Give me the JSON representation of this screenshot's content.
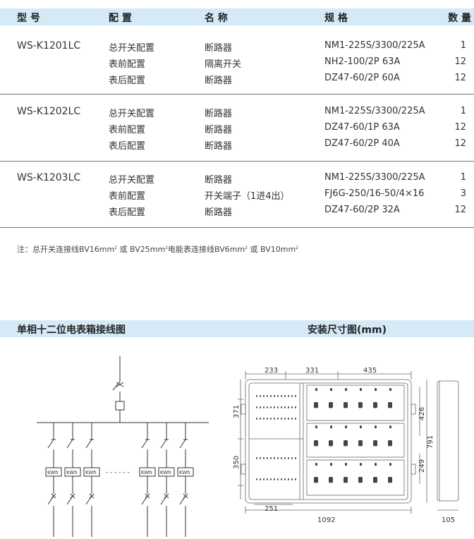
{
  "table": {
    "headers": {
      "model": "型 号",
      "config": "配 置",
      "name": "名 称",
      "spec": "规 格",
      "qty": "数 量"
    },
    "groups": [
      {
        "model": "WS-K1201LC",
        "rows": [
          {
            "config": "总开关配置",
            "name": "断路器",
            "spec": "NM1-225S/3300/225A",
            "qty": "1"
          },
          {
            "config": "表前配置",
            "name": "隔离开关",
            "spec": "NH2-100/2P 63A",
            "qty": "12"
          },
          {
            "config": "表后配置",
            "name": "断路器",
            "spec": "DZ47-60/2P 60A",
            "qty": "12"
          }
        ]
      },
      {
        "model": "WS-K1202LC",
        "rows": [
          {
            "config": "总开关配置",
            "name": "断路器",
            "spec": "NM1-225S/3300/225A",
            "qty": "1"
          },
          {
            "config": "表前配置",
            "name": "断路器",
            "spec": "DZ47-60/1P 63A",
            "qty": "12"
          },
          {
            "config": "表后配置",
            "name": "断路器",
            "spec": "DZ47-60/2P 40A",
            "qty": "12"
          }
        ]
      },
      {
        "model": "WS-K1203LC",
        "rows": [
          {
            "config": "总开关配置",
            "name": "断路器",
            "spec": "NM1-225S/3300/225A",
            "qty": "1"
          },
          {
            "config": "表前配置",
            "name": "开关端子（1进4出）",
            "spec": "FJ6G-250/16-50/4×16",
            "qty": "3"
          },
          {
            "config": "表后配置",
            "name": "断路器",
            "spec": "DZ47-60/2P 32A",
            "qty": "12"
          }
        ]
      }
    ]
  },
  "note": {
    "prefix": "注：总开关连接线BV16mm",
    "sup1": "2",
    "mid1": "或 BV25mm",
    "sup2": "2",
    "mid2": "电能表连接线BV6mm",
    "sup3": "2",
    "mid3": "或 BV10mm",
    "sup4": "2"
  },
  "section2": {
    "wiring_title": "单相十二位电表箱接线图",
    "dims_title": "安装尺寸图(mm)"
  },
  "wiring": {
    "meter_label": "KWh",
    "dots": "- - - - - -"
  },
  "dimensions": {
    "top": [
      "233",
      "331",
      "435"
    ],
    "left": [
      "371",
      "350"
    ],
    "right": [
      "426",
      "791",
      "249"
    ],
    "bottom_inner": "251",
    "bottom_total": "1092",
    "side_depth": "105"
  }
}
